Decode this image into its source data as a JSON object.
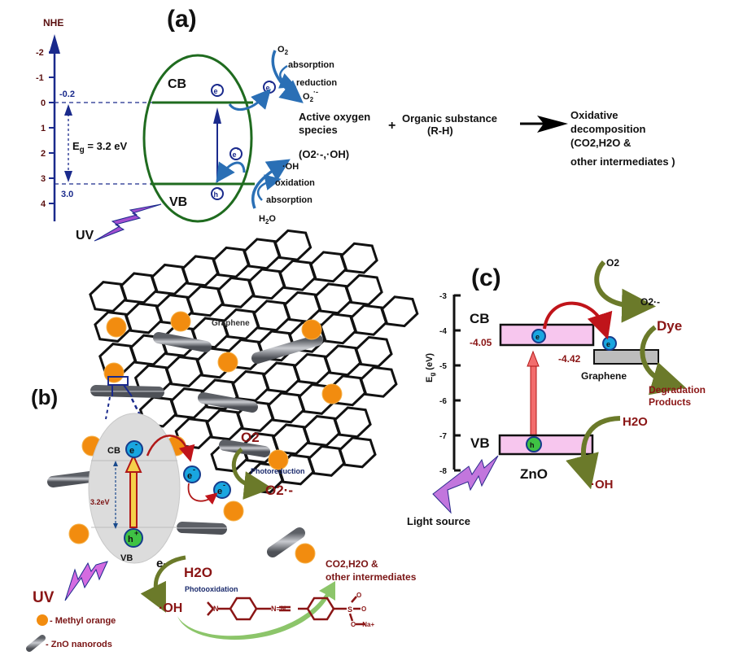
{
  "panel_a": {
    "label": "(a)",
    "axis_label": "NHE",
    "ticks": [
      "-2",
      "-1",
      "0",
      "1",
      "2",
      "3",
      "4"
    ],
    "cb_level": "-0.2",
    "vb_level": "3.0",
    "eg_label": "E",
    "eg_sub": "g",
    "eg_value": " = 3.2 eV",
    "cb": "CB",
    "vb": "VB",
    "uv": "UV",
    "electron": "e",
    "hole": "h",
    "o2": "O",
    "o2_sub": "2",
    "absorption_top": "absorption",
    "reduction": "reduction",
    "superoxide": "O",
    "superoxide_sub": "2",
    "superoxide_sup": "·-",
    "oh_radical": "·OH",
    "oxidation": "oxidation",
    "absorption_bottom": "absorption",
    "h2o_h": "H",
    "h2o_sub": "2",
    "h2o_o": "O",
    "active_line1": "Active oxygen",
    "active_line2": "species",
    "active_species": "(O2·-,·OH)",
    "plus": "+",
    "organic_line1": "Organic substance",
    "organic_line2": "(R-H)",
    "result_line1": "Oxidative",
    "result_line2": "decomposition",
    "result_line3": "(CO2,H2O &",
    "result_line4": "other intermediates )"
  },
  "panel_b": {
    "label": "(b)",
    "graphene": "Graphene",
    "cb": "CB",
    "vb": "VB",
    "gap": "3.2eV",
    "electron": "e",
    "hole": "h",
    "o2": "O2",
    "photoreduction": "Photoreduction",
    "superoxide": "O2·-",
    "e_minus": "e-",
    "h2o": "H2O",
    "photooxidation": "Photooxidation",
    "oh": "·OH",
    "products_line1": "CO2,H2O &",
    "products_line2": "other intermediates",
    "uv": "UV",
    "legend_mo": "- Methyl orange",
    "legend_zno": "- ZnO nanorods",
    "mol_n": "N",
    "mol_azo": "N=N",
    "mol_s": "S",
    "mol_o": "O",
    "mol_na": "O—Na+"
  },
  "panel_c": {
    "label": "(c)",
    "axis_label": "E",
    "axis_sub": "g",
    "axis_unit": " (eV)",
    "ticks": [
      "-3",
      "-4",
      "-5",
      "-6",
      "-7",
      "-8"
    ],
    "cb": "CB",
    "vb": "VB",
    "cb_value": "-4.05",
    "graphene_value": "-4.42",
    "graphene": "Graphene",
    "zno": "ZnO",
    "o2": "O2",
    "superoxide": "O2·-",
    "dye": "Dye",
    "degradation_line1": "Degradation",
    "degradation_line2": "Products",
    "h2o": "H2O",
    "oh": "·OH",
    "light": "Light source",
    "electron": "e",
    "hole": "h"
  },
  "colors": {
    "navy": "#1a2a8c",
    "green": "#1f6b1f",
    "purple": "#a24fcf",
    "maroon": "#7a1010",
    "orange": "#f28c0f",
    "pink": "#f7c6ee",
    "olive": "#6b7a2a"
  }
}
